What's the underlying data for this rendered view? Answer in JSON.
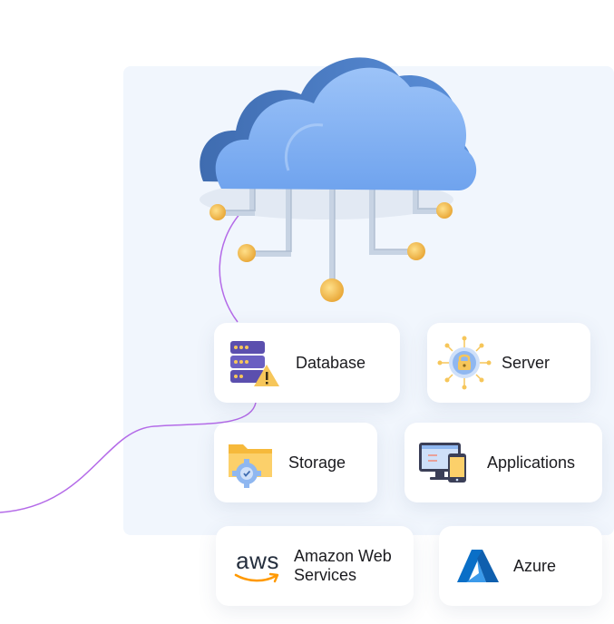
{
  "colors": {
    "panel": "#f1f6fd",
    "curve": "#b46be8",
    "cloud": "#7fb0f5",
    "connector": "#c7d3e3",
    "node": "#f6c65a"
  },
  "cards": {
    "database": {
      "label": "Database",
      "icon": "database-server-warning-icon"
    },
    "server": {
      "label": "Server",
      "icon": "secure-server-lock-icon"
    },
    "storage": {
      "label": "Storage",
      "icon": "storage-folder-gear-icon"
    },
    "applications": {
      "label": "Applications",
      "icon": "applications-devices-icon"
    },
    "aws": {
      "label_line1": "Amazon Web",
      "label_line2": "Services",
      "logo_text": "aws",
      "icon": "aws-logo"
    },
    "azure": {
      "label": "Azure",
      "icon": "azure-logo"
    }
  }
}
